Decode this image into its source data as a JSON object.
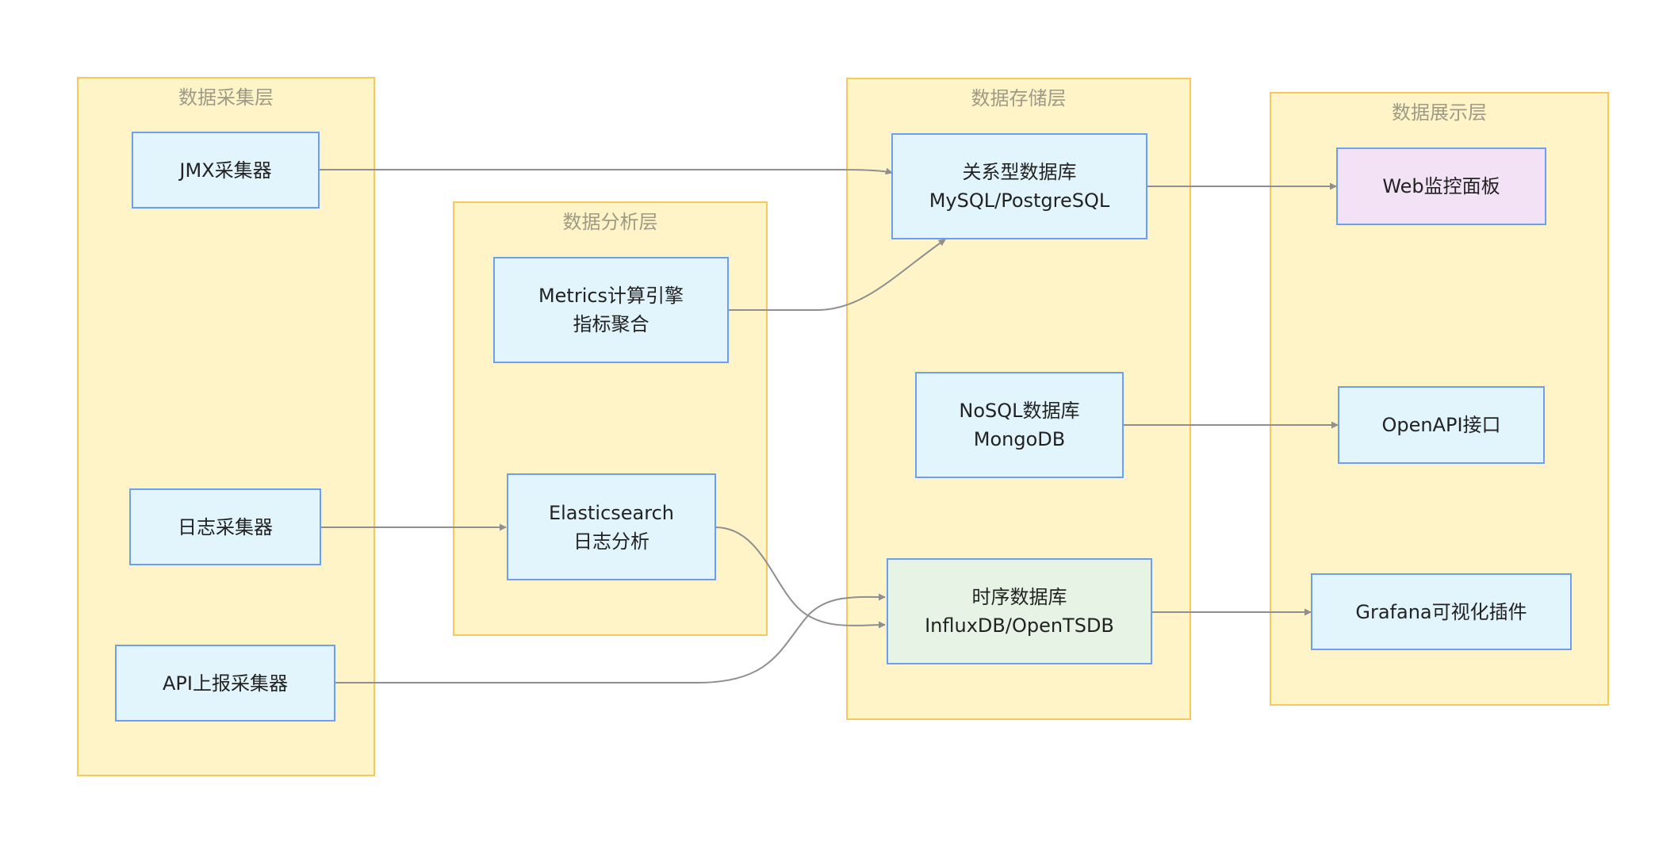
{
  "clusters": {
    "collect": {
      "title": "数据采集层"
    },
    "analyze": {
      "title": "数据分析层"
    },
    "store": {
      "title": "数据存储层"
    },
    "display": {
      "title": "数据展示层"
    }
  },
  "nodes": {
    "jmx": {
      "line1": "JMX采集器"
    },
    "log": {
      "line1": "日志采集器"
    },
    "api": {
      "line1": "API上报采集器"
    },
    "metrics": {
      "line1": "Metrics计算引擎",
      "line2": "指标聚合"
    },
    "es": {
      "line1": "Elasticsearch",
      "line2": "日志分析"
    },
    "rdb": {
      "line1": "关系型数据库",
      "line2": "MySQL/PostgreSQL"
    },
    "nosql": {
      "line1": "NoSQL数据库",
      "line2": "MongoDB"
    },
    "tsdb": {
      "line1": "时序数据库",
      "line2": "InfluxDB/OpenTSDB"
    },
    "web": {
      "line1": "Web监控面板"
    },
    "openapi": {
      "line1": "OpenAPI接口"
    },
    "grafana": {
      "line1": "Grafana可视化插件"
    }
  },
  "edges": [
    {
      "from": "jmx",
      "to": "rdb"
    },
    {
      "from": "metrics",
      "to": "rdb"
    },
    {
      "from": "log",
      "to": "es"
    },
    {
      "from": "es",
      "to": "tsdb"
    },
    {
      "from": "api",
      "to": "tsdb"
    },
    {
      "from": "rdb",
      "to": "web"
    },
    {
      "from": "nosql",
      "to": "openapi"
    },
    {
      "from": "tsdb",
      "to": "grafana"
    }
  ],
  "colors": {
    "cluster_fill": "#fff4c8",
    "cluster_border": "#f6c95a",
    "node_fill": "#e2f4fc",
    "node_border": "#6c9ff2",
    "node_fill_purple": "#f3e2f5",
    "node_fill_green": "#e7f3e5",
    "edge": "#8f8f8f"
  }
}
